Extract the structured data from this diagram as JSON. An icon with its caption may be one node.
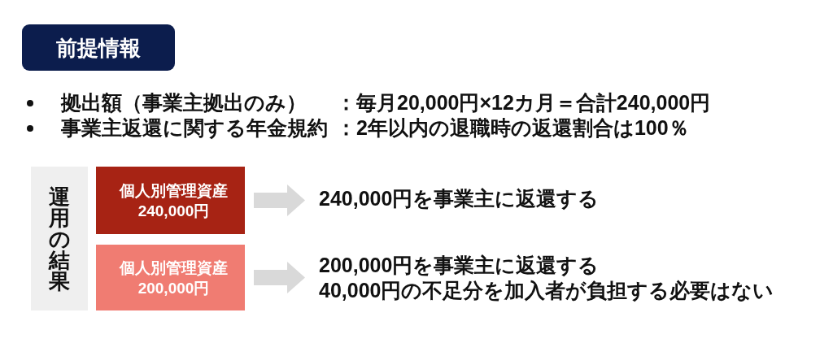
{
  "diagram": {
    "nodes": [
      {
        "text": [
          "前提情報"
        ]
      },
      {
        "text": [
          "運用の結果"
        ]
      },
      {
        "text": [
          "個人別管理資産",
          "240,000円"
        ]
      },
      {
        "text": [
          "240,000円を事業主に返還する"
        ]
      },
      {
        "text": [
          "個人別管理資産",
          "200,000円"
        ]
      },
      {
        "text": [
          "200,000円を事業主に返還する",
          "40,000円の不足分を加入者が負担する必要はない"
        ]
      }
    ],
    "edges": [
      {
        "from": 2,
        "to": 3,
        "arrow": "to"
      },
      {
        "from": 4,
        "to": 5,
        "arrow": "to"
      }
    ],
    "labels": [
      "拠出額（事業主拠出のみ）",
      "：毎月20,000円×12カ月＝合計240,000円",
      "事業主返還に関する年金規約",
      "：2年以内の退職時の返還割合は100％"
    ]
  }
}
